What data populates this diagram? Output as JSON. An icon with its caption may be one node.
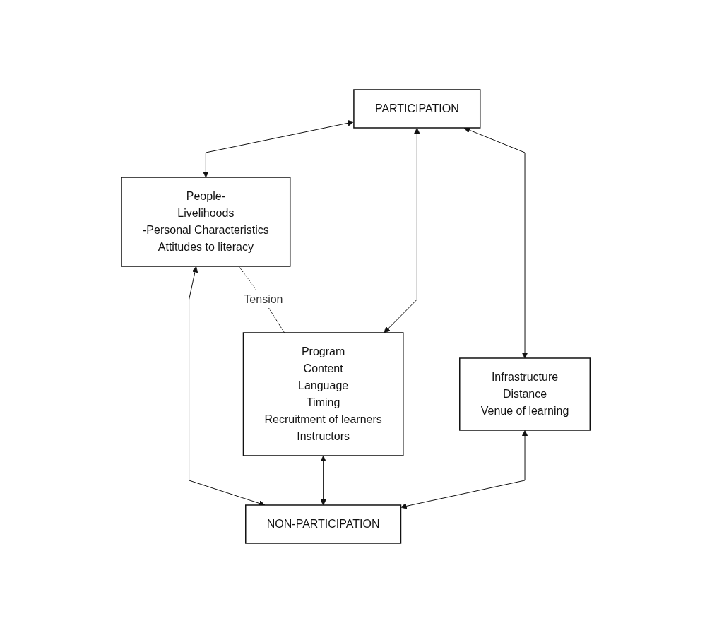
{
  "diagram": {
    "nodes": [
      {
        "text": [
          "PARTICIPATION"
        ]
      },
      {
        "text": [
          "People-",
          "Livelihoods",
          "-Personal Characteristics",
          "Attitudes to literacy"
        ]
      },
      {
        "text": [
          "Program",
          "Content",
          "Language",
          "Timing",
          "Recruitment of learners",
          "Instructors"
        ]
      },
      {
        "text": [
          "Infrastructure",
          "Distance",
          "Venue of learning"
        ]
      },
      {
        "text": [
          "NON-PARTICIPATION"
        ]
      }
    ],
    "edges": [
      {
        "from": 0,
        "to": 1,
        "arrow": "both"
      },
      {
        "from": 0,
        "to": 2,
        "arrow": "both"
      },
      {
        "from": 0,
        "to": 3,
        "arrow": "both"
      },
      {
        "from": 3,
        "to": 4,
        "arrow": "both"
      },
      {
        "from": 1,
        "to": 4,
        "arrow": "both"
      },
      {
        "from": 2,
        "to": 4,
        "arrow": "both"
      },
      {
        "from": 1,
        "to": 2,
        "arrow": "none",
        "label": "Tension",
        "style": "dashed"
      }
    ]
  }
}
